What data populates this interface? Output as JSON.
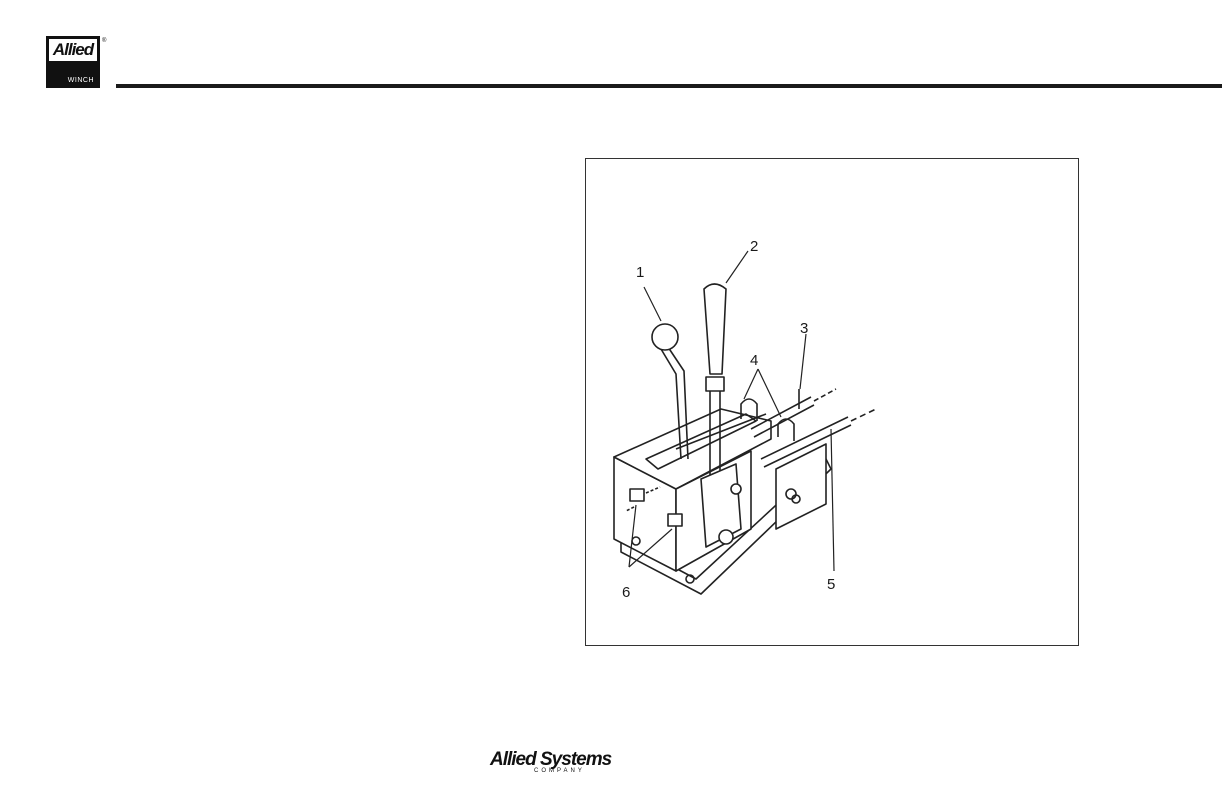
{
  "header": {
    "logo_text": "Allied",
    "logo_subtext": "WINCH",
    "logo_registered": "®"
  },
  "figure": {
    "callouts": [
      "1",
      "2",
      "3",
      "4",
      "5",
      "6"
    ]
  },
  "footer": {
    "company_name": "Allied Systems",
    "company_subtext": "COMPANY"
  }
}
